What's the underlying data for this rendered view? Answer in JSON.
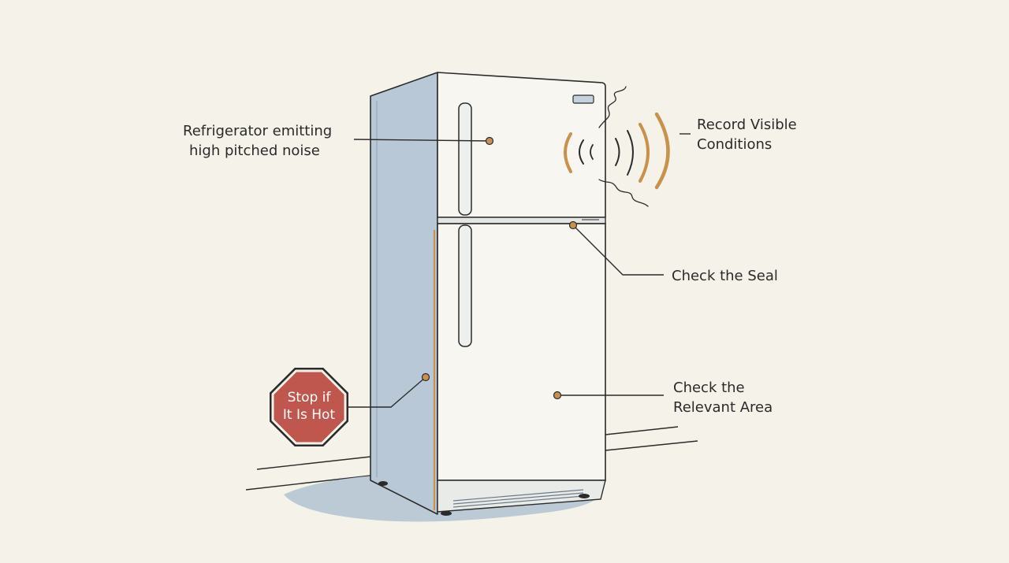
{
  "labels": {
    "noise": [
      "Refrigerator emitting",
      "high pitched noise"
    ],
    "record": [
      "Record Visible",
      "Conditions"
    ],
    "seal": "Check the Seal",
    "area": [
      "Check the",
      "Relevant Area"
    ],
    "stop": [
      "Stop if",
      "It Is Hot"
    ]
  },
  "icons": {
    "appliance": "refrigerator-illustration",
    "sound": "sound-wave-icon",
    "warning": "stop-sign-icon"
  },
  "colors": {
    "background": "#f5f2e9",
    "accent": "#c9914a",
    "stop": "#c0574f",
    "outline": "#2b2b2b",
    "fridge_side": "#b9c8d6",
    "fridge_front": "#f7f6f1"
  }
}
